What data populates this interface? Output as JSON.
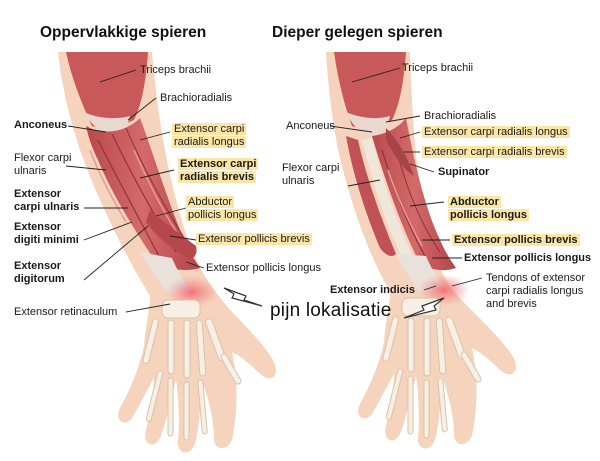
{
  "colors": {
    "muscle": "#c8585a",
    "muscle_dark": "#9e3a3f",
    "muscle_light": "#e59b92",
    "skin": "#f6d3bd",
    "bone": "#f7efe4",
    "bone_outline": "#d8c2a8",
    "tendon": "#e9e2dc",
    "pain": "#f27a82",
    "highlight": "#fbe6a6",
    "line": "#222222"
  },
  "icons": {
    "arrow": "zigzag-arrow-icon"
  },
  "left": {
    "title": "Oppervlakkige spieren",
    "labels": {
      "triceps": "Triceps brachii",
      "brachioradialis": "Brachioradialis",
      "anconeus": "Anconeus",
      "ecrl_1": "Extensor carpi",
      "ecrl_2": "radialis longus",
      "fcu_1": "Flexor carpi",
      "fcu_2": "ulnaris",
      "ecrb_1": "Extensor carpi",
      "ecrb_2": "radialis brevis",
      "ecu_1": "Extensor",
      "ecu_2": "carpi ulnaris",
      "apl_1": "Abductor",
      "apl_2": "pollicis longus",
      "edm_1": "Extensor",
      "edm_2": "digiti minimi",
      "epb": "Extensor pollicis brevis",
      "ed_1": "Extensor",
      "ed_2": "digitorum",
      "epl": "Extensor pollicis longus",
      "retinaculum": "Extensor retinaculum"
    }
  },
  "right": {
    "title": "Dieper gelegen spieren",
    "labels": {
      "triceps": "Triceps brachii",
      "brachioradialis": "Brachioradialis",
      "anconeus": "Anconeus",
      "ecrl": "Extensor carpi radialis longus",
      "ecrb": "Extensor carpi radialis brevis",
      "fcu_1": "Flexor carpi",
      "fcu_2": "ulnaris",
      "supinator": "Supinator",
      "apl_1": "Abductor",
      "apl_2": "pollicis longus",
      "epb": "Extensor pollicis brevis",
      "epl": "Extensor pollicis longus",
      "ei": "Extensor indicis",
      "tendons_1": "Tendons of extensor",
      "tendons_2": "carpi radialis longus",
      "tendons_3": "and brevis"
    }
  },
  "callout": "pijn lokalisatie"
}
